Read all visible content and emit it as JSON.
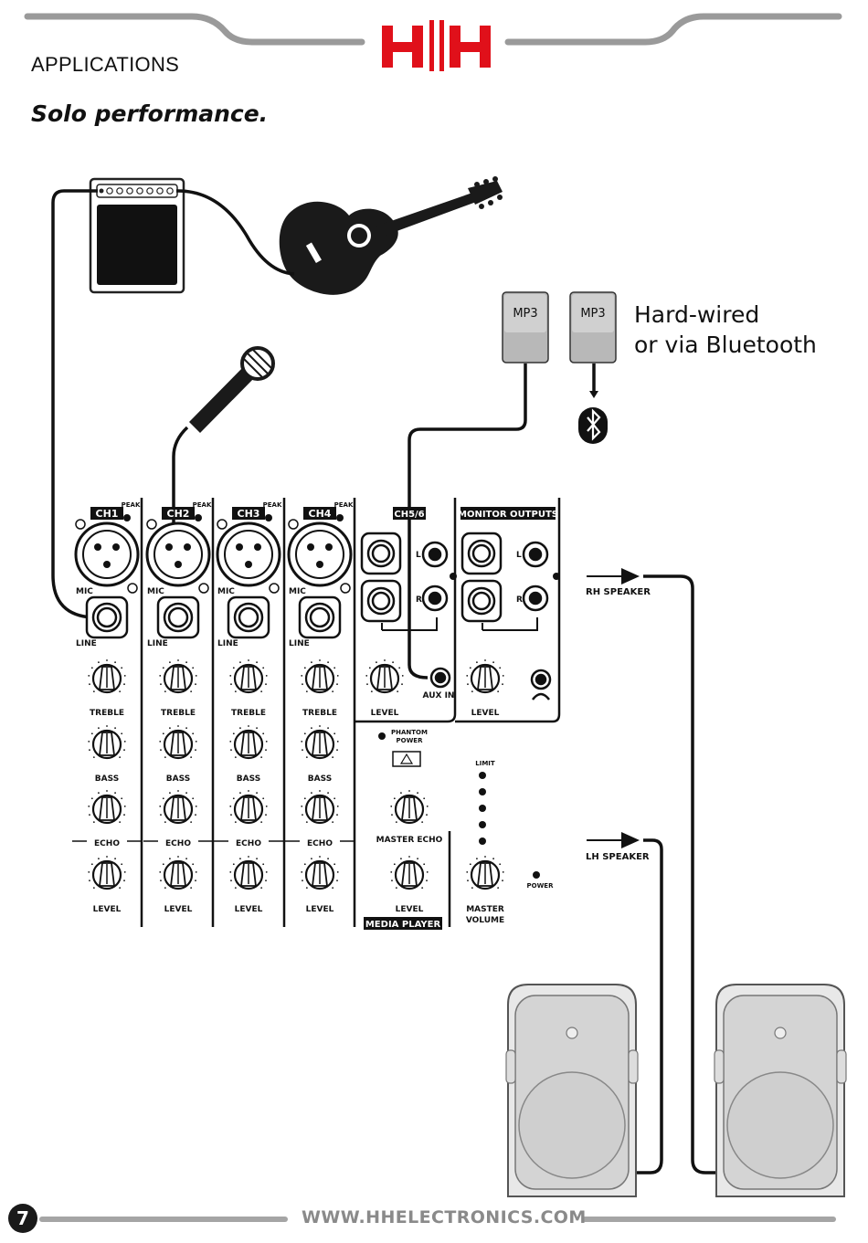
{
  "header": {
    "section": "APPLICATIONS",
    "title": "Solo performance.",
    "logo_text": "H||H",
    "brand_color": "#e0101a"
  },
  "caption": {
    "line1": "Hard-wired",
    "line2": "or via Bluetooth"
  },
  "devices": {
    "mp3_left": "MP3",
    "mp3_right": "MP3"
  },
  "mixer": {
    "channels": [
      {
        "name": "CH1",
        "peak": "PEAK",
        "mic": "MIC",
        "line": "LINE"
      },
      {
        "name": "CH2",
        "peak": "PEAK",
        "mic": "MIC",
        "line": "LINE"
      },
      {
        "name": "CH3",
        "peak": "PEAK",
        "mic": "MIC",
        "line": "LINE"
      },
      {
        "name": "CH4",
        "peak": "PEAK",
        "mic": "MIC",
        "line": "LINE"
      }
    ],
    "knobs": {
      "treble": "TREBLE",
      "bass": "BASS",
      "echo": "ECHO",
      "level": "LEVEL"
    },
    "stereo_ch": "CH5/6",
    "monitor": "MONITOR OUTPUTS",
    "aux_in": "AUX IN",
    "phantom": "PHANTOM",
    "phantom2": "POWER",
    "master_echo": "MASTER ECHO",
    "media_player": "MEDIA PLAYER",
    "limit": "LIMIT",
    "master": "MASTER",
    "volume": "VOLUME",
    "power": "POWER",
    "l": "L",
    "r": "R"
  },
  "outputs": {
    "rh": "RH SPEAKER",
    "lh": "LH SPEAKER"
  },
  "footer": {
    "page": "7",
    "url": "WWW.HHELECTRONICS.COM"
  }
}
